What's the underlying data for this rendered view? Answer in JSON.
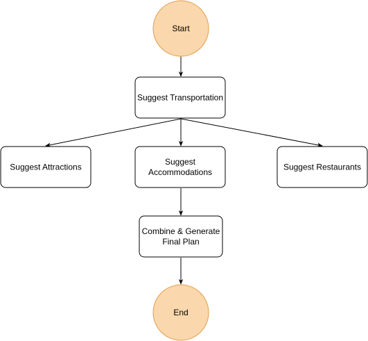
{
  "diagram": {
    "colors": {
      "terminal_fill": "#FAD7AC",
      "terminal_stroke": "#E59D4B",
      "process_fill": "#FFFFFF",
      "process_stroke": "#000000",
      "edge": "#000000"
    },
    "nodes": {
      "start": {
        "shape": "circle",
        "lines": [
          "Start"
        ]
      },
      "suggest_transportation": {
        "shape": "rounded-rect",
        "lines": [
          "Suggest Transportation"
        ]
      },
      "suggest_attractions": {
        "shape": "rounded-rect",
        "lines": [
          "Suggest Attractions"
        ]
      },
      "suggest_accommodations": {
        "shape": "rounded-rect",
        "lines": [
          "Suggest",
          "Accommodations"
        ]
      },
      "suggest_restaurants": {
        "shape": "rounded-rect",
        "lines": [
          "Suggest Restaurants"
        ]
      },
      "combine_generate": {
        "shape": "rounded-rect",
        "lines": [
          "Combine & Generate",
          "Final Plan"
        ]
      },
      "end": {
        "shape": "circle",
        "lines": [
          "End"
        ]
      }
    },
    "edges": [
      {
        "from": "start",
        "to": "suggest_transportation"
      },
      {
        "from": "suggest_transportation",
        "to": "suggest_attractions"
      },
      {
        "from": "suggest_transportation",
        "to": "suggest_accommodations"
      },
      {
        "from": "suggest_transportation",
        "to": "suggest_restaurants"
      },
      {
        "from": "suggest_accommodations",
        "to": "combine_generate"
      },
      {
        "from": "combine_generate",
        "to": "end"
      }
    ]
  }
}
